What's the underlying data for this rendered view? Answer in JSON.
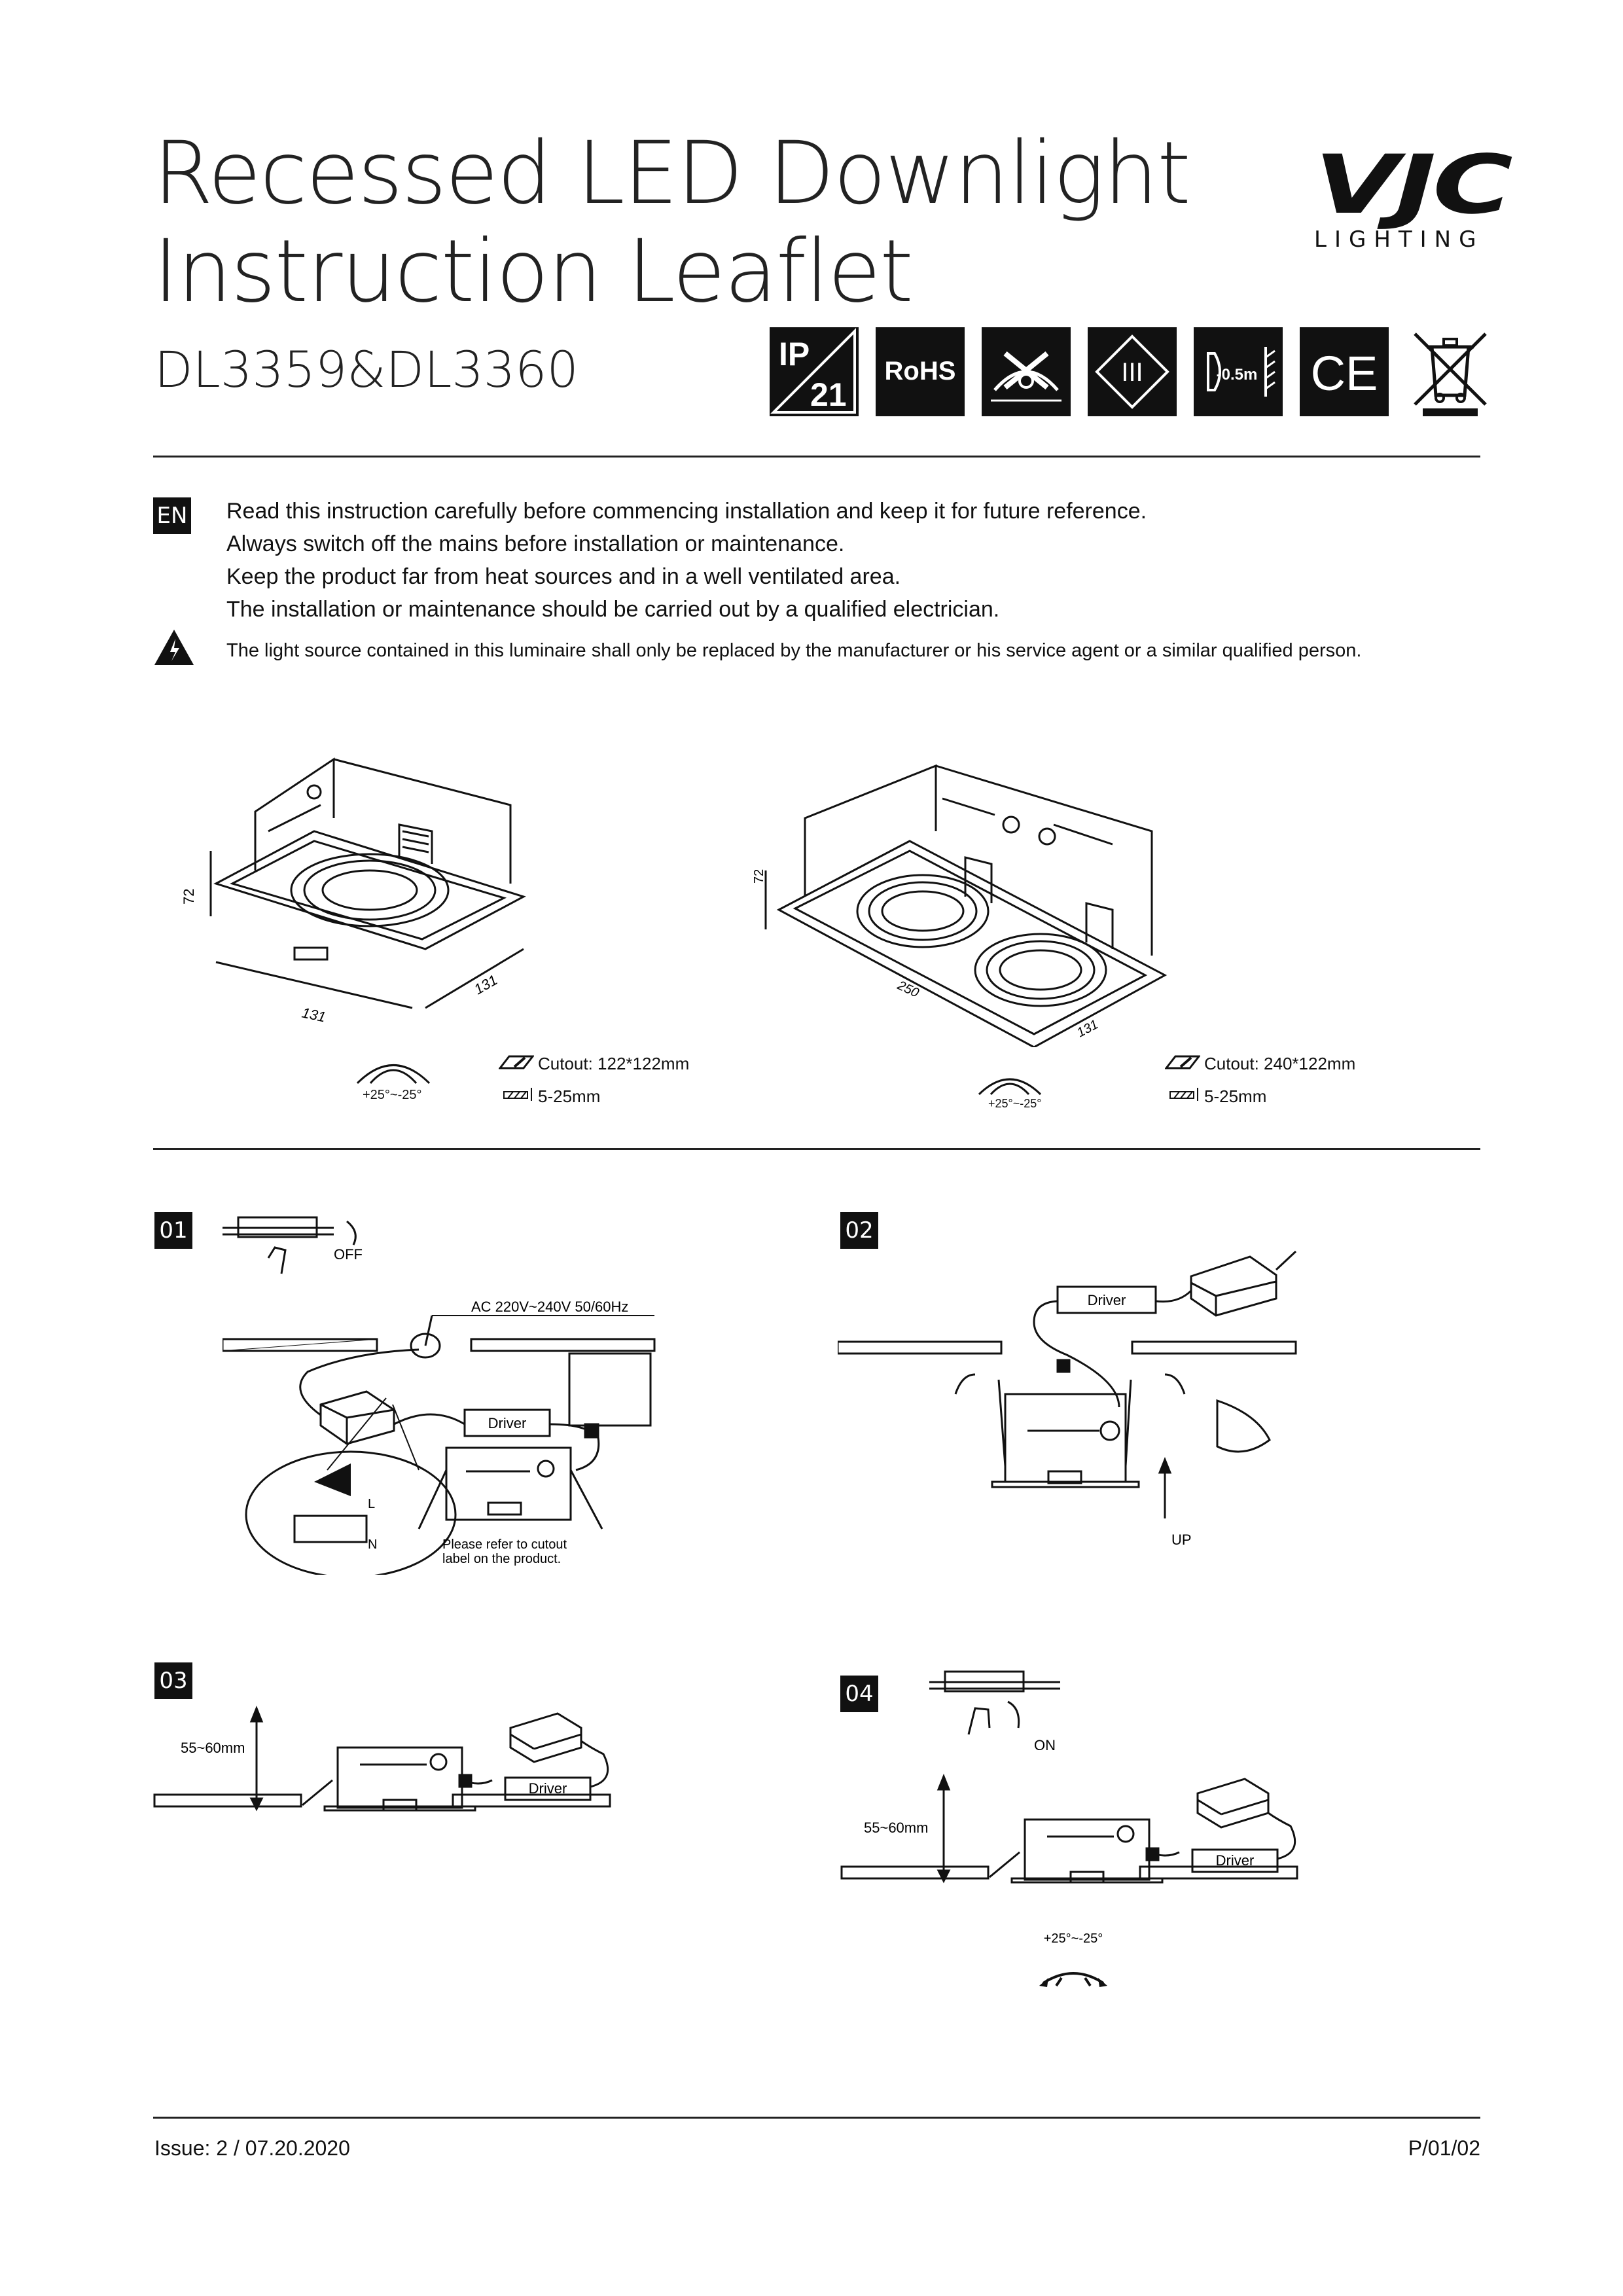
{
  "header": {
    "title_line1": "Recessed LED Downlight",
    "title_line2": "Instruction Leaflet",
    "model": "DL3359&DL3360",
    "logo_mark": "VJC",
    "logo_sub": "LIGHTING"
  },
  "certifications": {
    "ip_top": "IP",
    "ip_bottom": "21",
    "rohs": "RoHS",
    "class": "III",
    "distance": "-0.5m",
    "ce": "CE"
  },
  "intro": {
    "lang": "EN",
    "lines": [
      "Read this instruction carefully before commencing installation and keep it for future reference.",
      "Always switch off the mains before installation or maintenance.",
      "Keep the product far from heat sources and in a well ventilated area.",
      "The installation or maintenance should be carried out by a qualified electrician."
    ],
    "warning": "The light source contained in this luminaire shall only be replaced by the manufacturer or his service agent or a similar qualified person."
  },
  "products": [
    {
      "height": "72",
      "width": "131",
      "depth": "131",
      "tilt": "+25°~-25°",
      "cutout": "Cutout: 122*122mm",
      "thickness": "5-25mm"
    },
    {
      "height": "72",
      "width": "250",
      "depth": "131",
      "tilt": "+25°~-25°",
      "cutout": "Cutout: 240*122mm",
      "thickness": "5-25mm"
    }
  ],
  "steps": [
    {
      "number": "01",
      "switch": "OFF",
      "supply": "AC 220V~240V 50/60Hz",
      "driver": "Driver",
      "l": "L",
      "n": "N",
      "note_line1": "Please refer to cutout",
      "note_line2": "label on the product."
    },
    {
      "number": "02",
      "driver": "Driver",
      "up": "UP"
    },
    {
      "number": "03",
      "driver": "Driver",
      "gap": "55~60mm"
    },
    {
      "number": "04",
      "switch": "ON",
      "driver": "Driver",
      "gap": "55~60mm",
      "tilt": "+25°~-25°"
    }
  ],
  "footer": {
    "issue": "Issue: 2  /  07.20.2020",
    "page": "P/01/02"
  }
}
